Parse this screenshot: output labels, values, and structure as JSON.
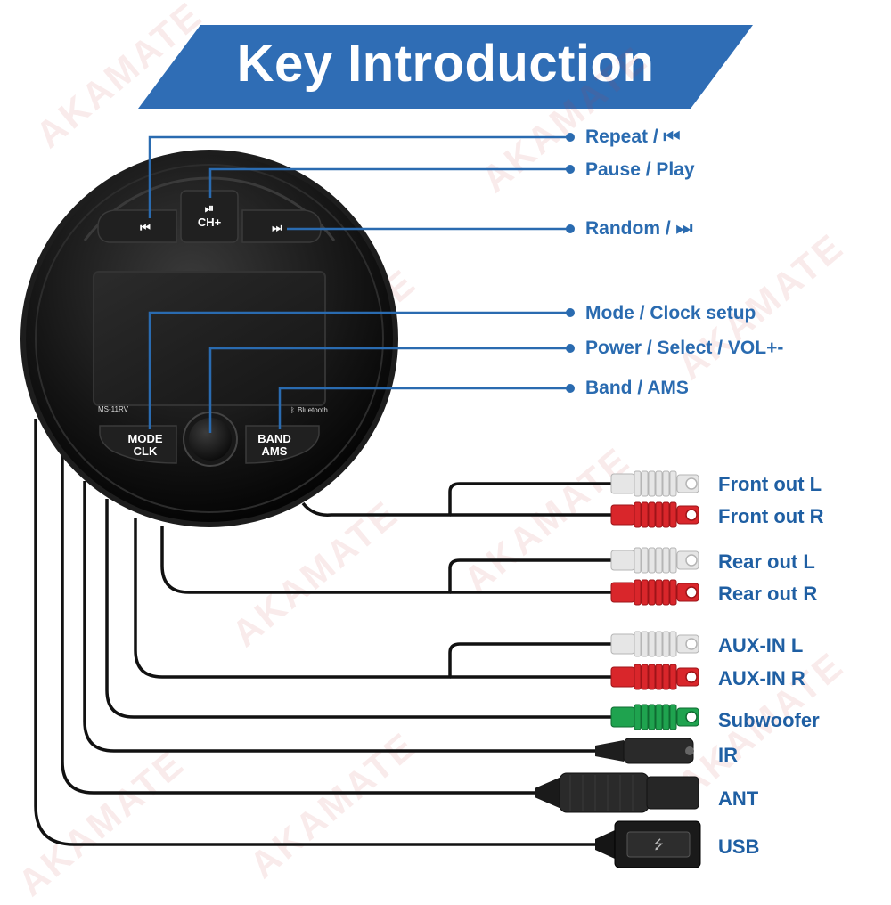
{
  "title": "Key Introduction",
  "watermark": "AKAMATE",
  "device": {
    "model": "MS-11RV",
    "bluetooth_label": "Bluetooth",
    "buttons": {
      "prev_glyph": "⏮",
      "play_glyph": "⏯",
      "play_sub": "CH+",
      "next_glyph": "⏭",
      "mode_line1": "MODE",
      "mode_line2": "CLK",
      "band_line1": "BAND",
      "band_line2": "AMS"
    }
  },
  "keys": [
    {
      "label": "Repeat / ⏮"
    },
    {
      "label": "Pause / Play"
    },
    {
      "label": "Random /  ⏭"
    },
    {
      "label": "Mode / Clock setup"
    },
    {
      "label": "Power / Select / VOL+-"
    },
    {
      "label": "Band / AMS"
    }
  ],
  "connectors": [
    {
      "label": "Front out L",
      "type": "rca",
      "color": "#e6e6e6"
    },
    {
      "label": "Front out R",
      "type": "rca",
      "color": "#d9262b"
    },
    {
      "label": "Rear out L",
      "type": "rca",
      "color": "#e6e6e6"
    },
    {
      "label": "Rear out R",
      "type": "rca",
      "color": "#d9262b"
    },
    {
      "label": "AUX-IN L",
      "type": "rca",
      "color": "#e6e6e6"
    },
    {
      "label": "AUX-IN R",
      "type": "rca",
      "color": "#d9262b"
    },
    {
      "label": "Subwoofer",
      "type": "rca",
      "color": "#1fa34f"
    },
    {
      "label": "IR",
      "type": "jack",
      "color": "#2a2a2a"
    },
    {
      "label": "ANT",
      "type": "antenna",
      "color": "#2a2a2a"
    },
    {
      "label": "USB",
      "type": "usb",
      "color": "#1a1a1a"
    }
  ],
  "colors": {
    "banner": "#2f6db5",
    "leader": "#2a6bb0",
    "cable": "#111111",
    "device_body": "#0c0c0c"
  }
}
